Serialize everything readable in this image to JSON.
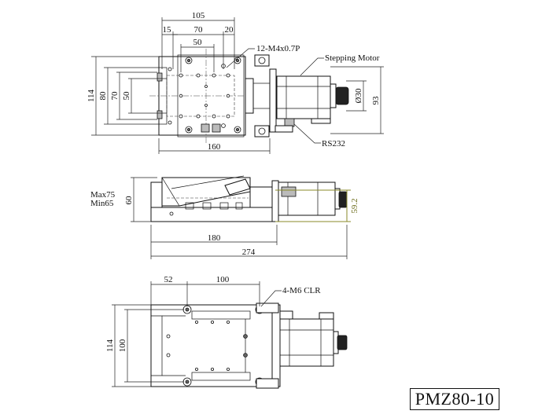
{
  "top_view": {
    "dim_overall_width": "105",
    "dim_left_offset": "15",
    "dim_hole_span": "70",
    "dim_right_offset": "20",
    "dim_inner_span": "50",
    "dim_length": "160",
    "dim_height_outer": "114",
    "dim_height_mid": "80",
    "dim_height_inner": "70",
    "dim_height_small": "50",
    "dim_motor_diameter": "Ø30",
    "dim_motor_height": "93",
    "callout_holes": "12-M4x0.7P",
    "callout_motor": "Stepping Motor",
    "callout_connector": "RS232"
  },
  "side_view": {
    "dim_height_max": "Max75",
    "dim_height_min": "Min65",
    "dim_height": "60",
    "dim_motor_height": "59.2",
    "dim_base_length": "180",
    "dim_total_length": "274"
  },
  "bottom_view": {
    "dim_left_offset": "52",
    "dim_hole_span": "100",
    "dim_height_outer": "114",
    "dim_height_inner": "100",
    "callout_holes": "4-M6 CLR"
  },
  "model": "PMZ80-10"
}
